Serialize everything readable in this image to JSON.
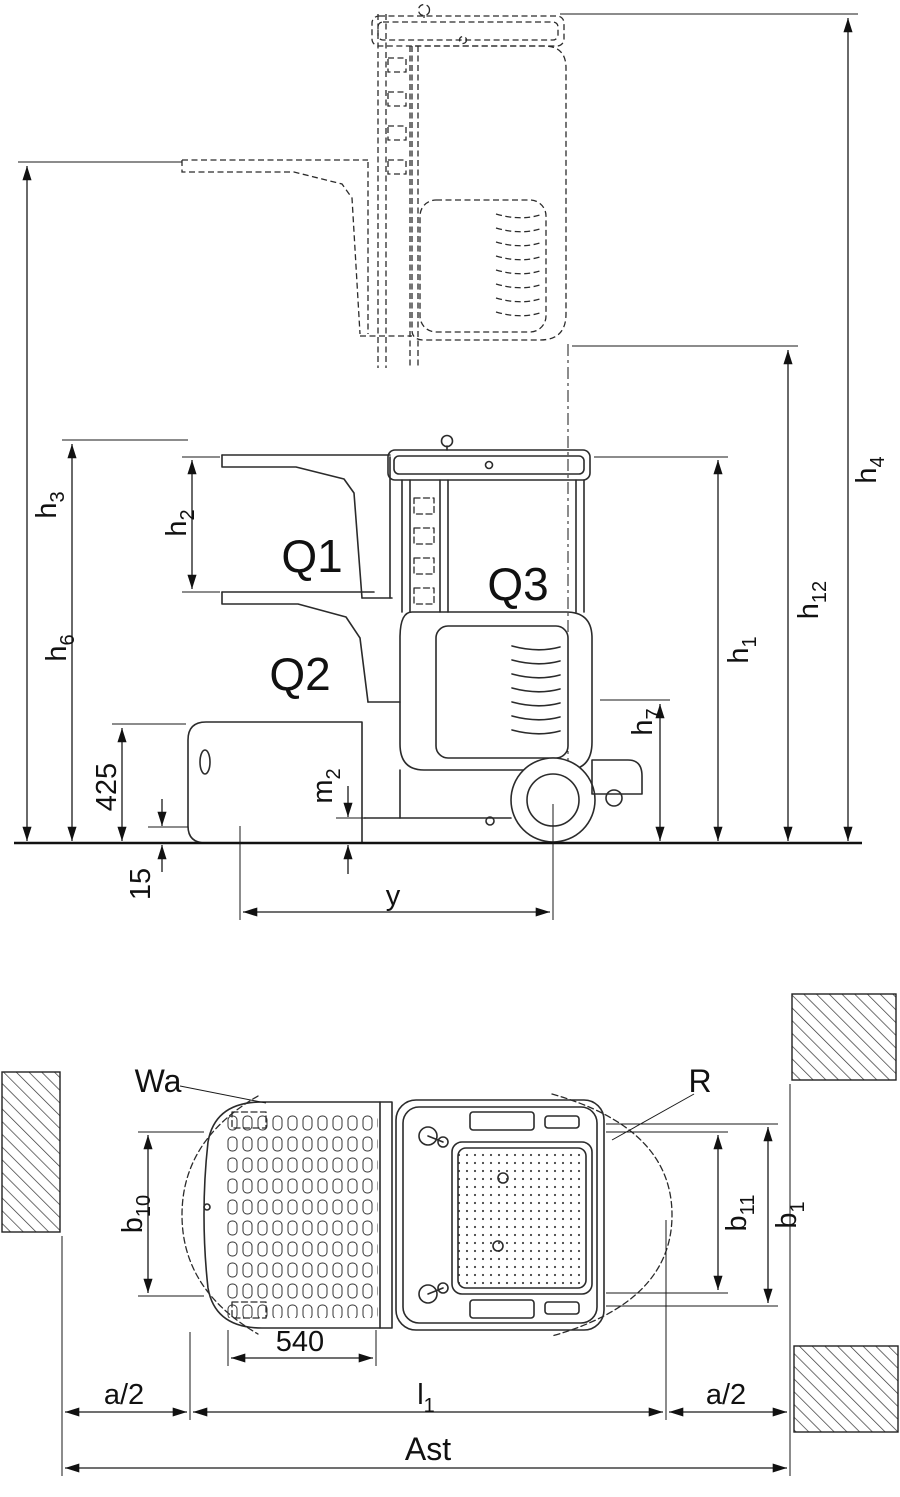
{
  "side_view": {
    "loads": {
      "q1": "Q1",
      "q2": "Q2",
      "q3": "Q3"
    },
    "dimensions": {
      "h3": {
        "base": "h",
        "sub": "3"
      },
      "h2": {
        "base": "h",
        "sub": "2"
      },
      "h6": {
        "base": "h",
        "sub": "6"
      },
      "h4": {
        "base": "h",
        "sub": "4"
      },
      "h12": {
        "base": "h",
        "sub": "12"
      },
      "h1": {
        "base": "h",
        "sub": "1"
      },
      "h7": {
        "base": "h",
        "sub": "7"
      },
      "m2": {
        "base": "m",
        "sub": "2"
      },
      "d425": "425",
      "d15": "15",
      "y": "y"
    }
  },
  "top_view": {
    "dimensions": {
      "wa": "Wa",
      "r": "R",
      "b10": {
        "base": "b",
        "sub": "10"
      },
      "b11": {
        "base": "b",
        "sub": "11"
      },
      "b1": {
        "base": "b",
        "sub": "1"
      },
      "d540": "540",
      "a2_left": "a/2",
      "l1": {
        "base": "l",
        "sub": "1"
      },
      "a2_right": "a/2",
      "ast": "Ast"
    }
  }
}
